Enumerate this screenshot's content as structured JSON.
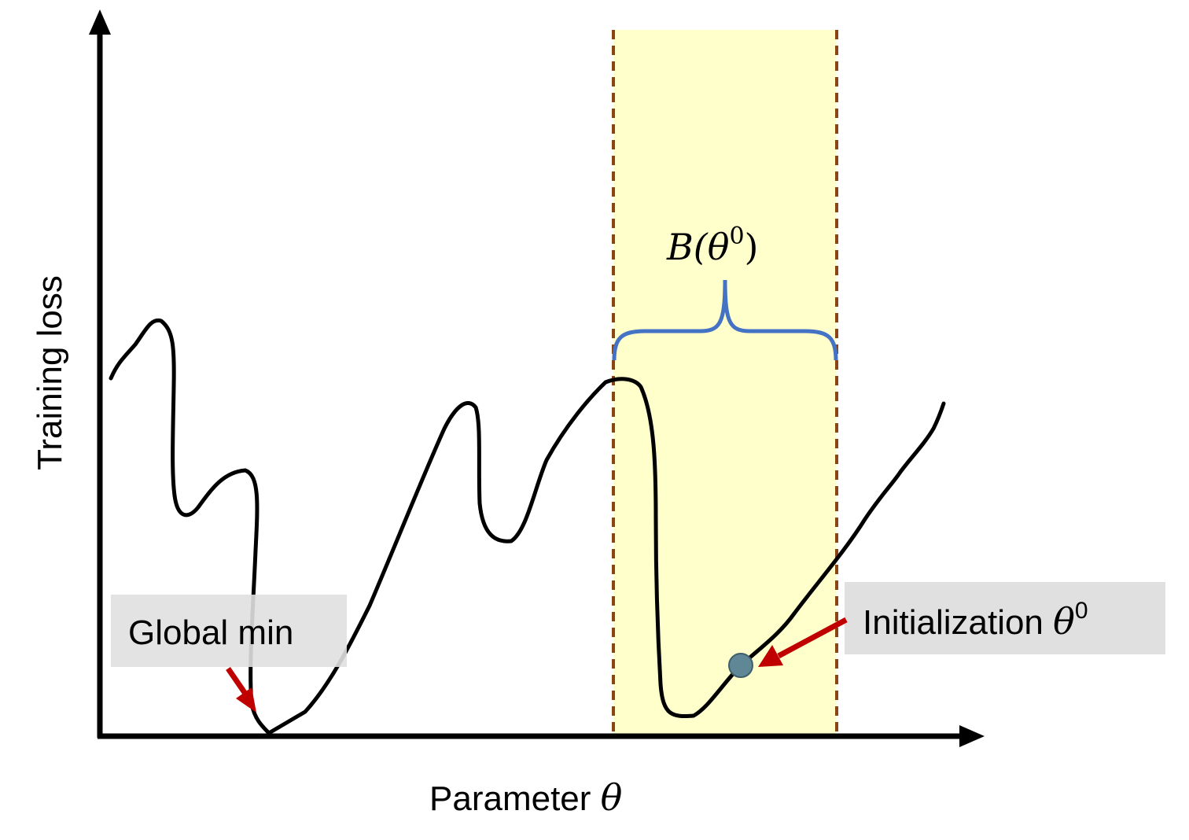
{
  "axes": {
    "y_label": "Training loss",
    "x_label_text": "Parameter ",
    "x_label_symbol": "θ"
  },
  "annotations": {
    "global_min": "Global min",
    "init_text": "Initialization ",
    "init_symbol": "θ",
    "init_superscript": "0",
    "neighborhood_prefix": "B(",
    "neighborhood_symbol": "θ",
    "neighborhood_superscript": "0",
    "neighborhood_suffix": ")"
  },
  "colors": {
    "curve": "#000000",
    "band_fill": "#ffffcc",
    "band_border": "#8b4513",
    "brace": "#4472c4",
    "arrow": "#c00000",
    "label_box": "#e0e0e0",
    "init_point": "#5f8796"
  }
}
